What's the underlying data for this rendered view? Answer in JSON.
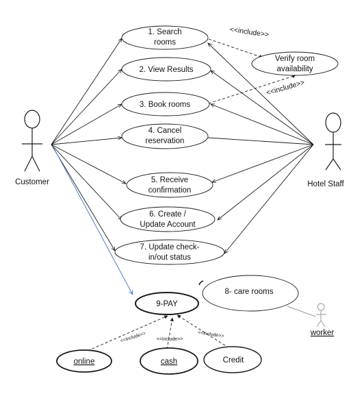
{
  "actors": {
    "customer": "Customer",
    "hotel_staff": "Hotel Staff",
    "worker": "worker"
  },
  "use_cases": {
    "search": [
      "1. Search",
      "rooms"
    ],
    "view": [
      "2. View Results"
    ],
    "book": [
      "3. Book rooms"
    ],
    "cancel": [
      "4. Cancel",
      "reservation"
    ],
    "receive": [
      "5. Receive",
      "confirmation"
    ],
    "account": [
      "6. Create /",
      "Update Account"
    ],
    "checkin": [
      "7. Update check-",
      "in/out status"
    ],
    "verify": [
      "Verify room",
      "availability"
    ],
    "care": [
      "8- care rooms"
    ],
    "pay": [
      "9-PAY"
    ],
    "online": [
      "online"
    ],
    "cash": [
      "cash"
    ],
    "credit": [
      "Credit"
    ]
  },
  "stereotypes": {
    "include_search": "<<include>>",
    "include_book": "<<include>>",
    "include_online": "<<include>>",
    "include_cash": "<<include>>",
    "include_credit": "<<include>>"
  },
  "colors": {
    "line": "#1a1a1a",
    "blue_arrow": "#4a7fc1",
    "worker_figure": "#9a9a9a",
    "wavy_underline": "#3355cc"
  }
}
